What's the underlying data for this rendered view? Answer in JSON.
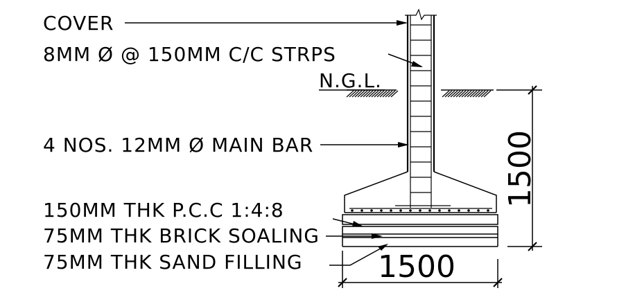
{
  "labels": {
    "cover": "COVER",
    "stirrups": "8MM Ø @ 150MM C/C STRPS",
    "ngl": "N.G.L.",
    "main_bar": "4 NOS. 12MM Ø MAIN BAR",
    "pcc": "150MM THK P.C.C 1:4:8",
    "brick_soling": "75MM THK BRICK SOALING",
    "sand_filling": "75MM THK SAND FILLING"
  },
  "dimensions": {
    "depth": "1500",
    "width": "1500"
  }
}
